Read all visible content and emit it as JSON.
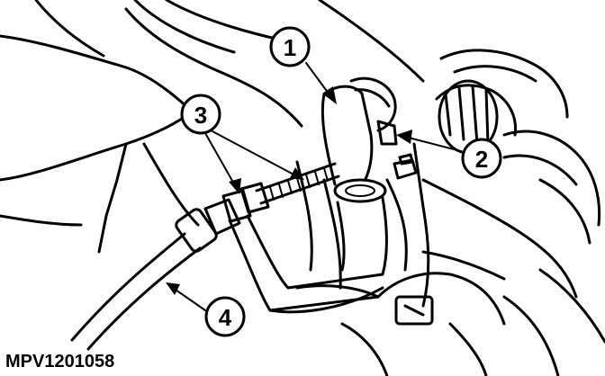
{
  "figure": {
    "caption": "MPV1201058",
    "callouts": [
      "1",
      "2",
      "3",
      "4"
    ]
  }
}
